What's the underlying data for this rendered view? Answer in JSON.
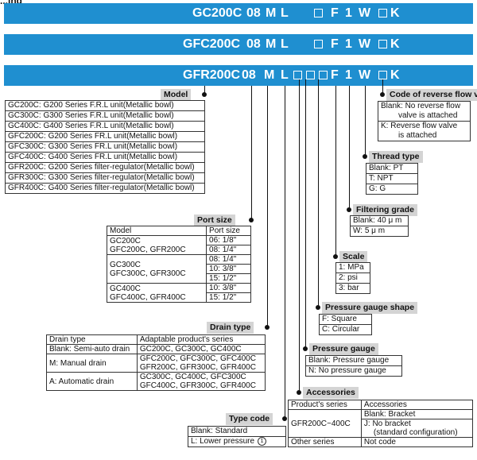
{
  "header_label": "...ing",
  "codes": {
    "row1": {
      "model": "GC200C",
      "port": "08",
      "scale": "M",
      "pressure": "L",
      "gauge": "F",
      "grade": "1",
      "thread": "W",
      "reverse": "K"
    },
    "row2": {
      "model": "GFC200C",
      "port": "08",
      "scale": "M",
      "pressure": "L",
      "gauge": "F",
      "grade": "1",
      "thread": "W",
      "reverse": "K"
    },
    "row3": {
      "model": "GFR200C",
      "port": "08",
      "scale": "M",
      "pressure": "L",
      "gauge": "F",
      "grade": "1",
      "thread": "W",
      "reverse": "K"
    }
  },
  "model": {
    "title": "Model",
    "items": [
      "GC200C: G200 Series F.R.L unit(Metallic bowl)",
      "GC300C: G300 Series F.R.L unit(Metallic bowl)",
      "GC400C: G400 Series F.R.L unit(Metallic bowl)",
      "GFC200C: G200 Series FR.L unit(Metallic bowl)",
      "GFC300C: G300 Series FR.L unit(Metallic bowl)",
      "GFC400C: G400 Series FR.L unit(Metallic bowl)",
      "GFR200C: G200 Series filter-regulator(Metallic bowl)",
      "GFR300C: G300 Series filter-regulator(Metallic bowl)",
      "GFR400C: G400 Series filter-regulator(Metallic bowl)"
    ]
  },
  "port_size": {
    "title": "Port size",
    "col1": "Model",
    "col2": "Port size",
    "groups": [
      {
        "models": [
          "GC200C",
          "GFC200C, GFR200C"
        ],
        "sizes": [
          "06: 1/8\"",
          "08: 1/4\""
        ]
      },
      {
        "models": [
          "GC300C",
          "GFC300C, GFR300C"
        ],
        "sizes": [
          "08: 1/4\"",
          "10: 3/8\"",
          "15: 1/2\""
        ]
      },
      {
        "models": [
          "GC400C",
          "GFC400C, GFR400C"
        ],
        "sizes": [
          "10: 3/8\"",
          "15: 1/2\""
        ]
      }
    ]
  },
  "drain_type": {
    "title": "Drain type",
    "col1": "Drain type",
    "col2": "Adaptable product's series",
    "rows": [
      {
        "type": "Blank: Semi-auto drain",
        "series": [
          "GC200C, GC300C, GC400C"
        ]
      },
      {
        "type": "M: Manual drain",
        "series": [
          "GFC200C, GFC300C, GFC400C",
          "GFR200C, GFR300C, GFR400C"
        ]
      },
      {
        "type": "A: Automatic drain",
        "series": [
          "GC300C, GC400C, GFC300C",
          "GFC400C, GFR300C, GFR400C"
        ]
      }
    ]
  },
  "type_code": {
    "title": "Type code",
    "items": [
      "Blank: Standard",
      "L: Lower pressure"
    ],
    "note_mark": "1"
  },
  "accessories": {
    "title": "Accessories",
    "col1": "Product's series",
    "col2": "Accessories",
    "group_series": "GFR200C~400C",
    "group_items": [
      "Blank: Bracket",
      "J: No bracket",
      "(standard configuration)"
    ],
    "other_series": "Other series",
    "other_value": "Not code"
  },
  "pressure_gauge": {
    "title": "Pressure gauge",
    "items": [
      "Blank: Pressure gauge",
      "N: No pressure gauge"
    ]
  },
  "gauge_shape": {
    "title": "Pressure gauge shape",
    "items": [
      "F: Square",
      "C: Circular"
    ]
  },
  "scale": {
    "title": "Scale",
    "items": [
      "1: MPa",
      "2: psi",
      "3: bar"
    ]
  },
  "filtering_grade": {
    "title": "Filtering grade",
    "items": [
      "Blank: 40 μ m",
      "W: 5 μ m"
    ]
  },
  "thread_type": {
    "title": "Thread type",
    "items": [
      "Blank: PT",
      "T: NPT",
      "G: G"
    ]
  },
  "reverse_valve": {
    "title": "Code of reverse flow valve",
    "items": [
      [
        "Blank: No reverse flow",
        "valve is attached"
      ],
      [
        "K: Reverse flow valve",
        "is attached"
      ]
    ]
  },
  "colors": {
    "bar": "#1f8fd0",
    "header_bg": "#d4d4d4"
  }
}
